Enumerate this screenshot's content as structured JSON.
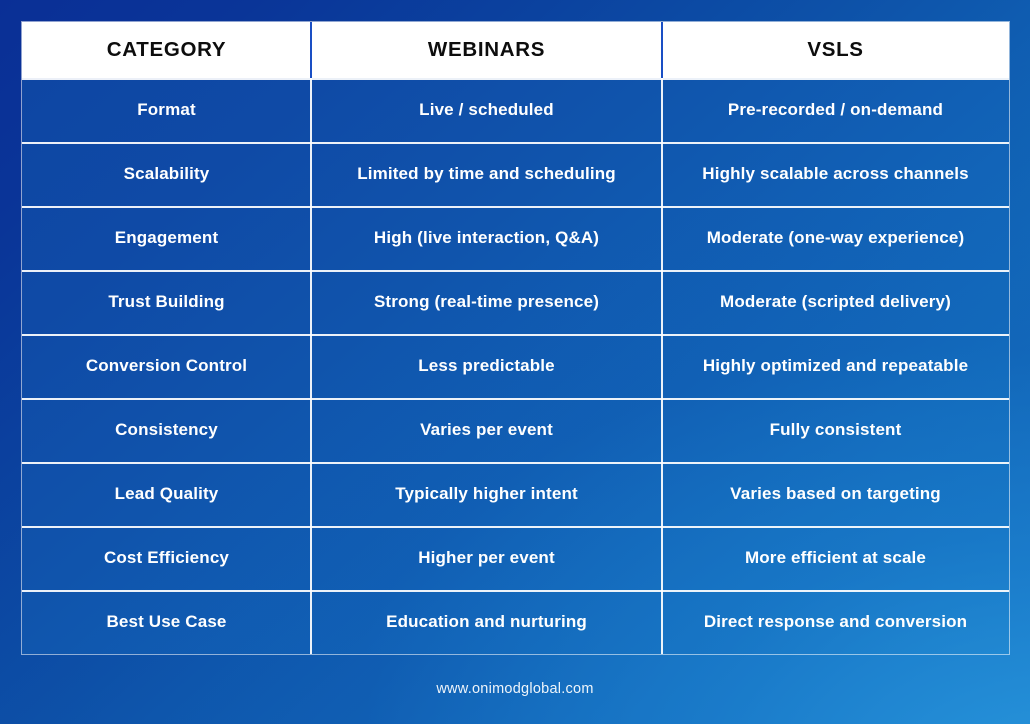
{
  "table": {
    "headers": [
      "CATEGORY",
      "WEBINARS",
      "VSLS"
    ],
    "rows": [
      {
        "category": "Format",
        "webinars": "Live / scheduled",
        "vsls": "Pre-recorded / on-demand"
      },
      {
        "category": "Scalability",
        "webinars": "Limited by time and scheduling",
        "vsls": "Highly scalable across channels"
      },
      {
        "category": "Engagement",
        "webinars": "High (live interaction, Q&A)",
        "vsls": "Moderate (one-way experience)"
      },
      {
        "category": "Trust Building",
        "webinars": "Strong (real-time presence)",
        "vsls": "Moderate (scripted delivery)"
      },
      {
        "category": "Conversion Control",
        "webinars": "Less predictable",
        "vsls": "Highly optimized and repeatable"
      },
      {
        "category": "Consistency",
        "webinars": "Varies per event",
        "vsls": "Fully consistent"
      },
      {
        "category": "Lead Quality",
        "webinars": "Typically higher intent",
        "vsls": "Varies based on targeting"
      },
      {
        "category": "Cost Efficiency",
        "webinars": "Higher per event",
        "vsls": "More efficient at scale"
      },
      {
        "category": "Best Use Case",
        "webinars": "Education and nurturing",
        "vsls": "Direct response and conversion"
      }
    ]
  },
  "footer": {
    "url": "www.onimodglobal.com"
  },
  "colors": {
    "background_dark": "#0a2f96",
    "background_light": "#1a80cc",
    "header_background": "#ffffff",
    "header_text": "#0d0d0d",
    "body_text": "#ffffff",
    "grid_line": "#ffffff",
    "header_divider": "#1a4fc4"
  }
}
